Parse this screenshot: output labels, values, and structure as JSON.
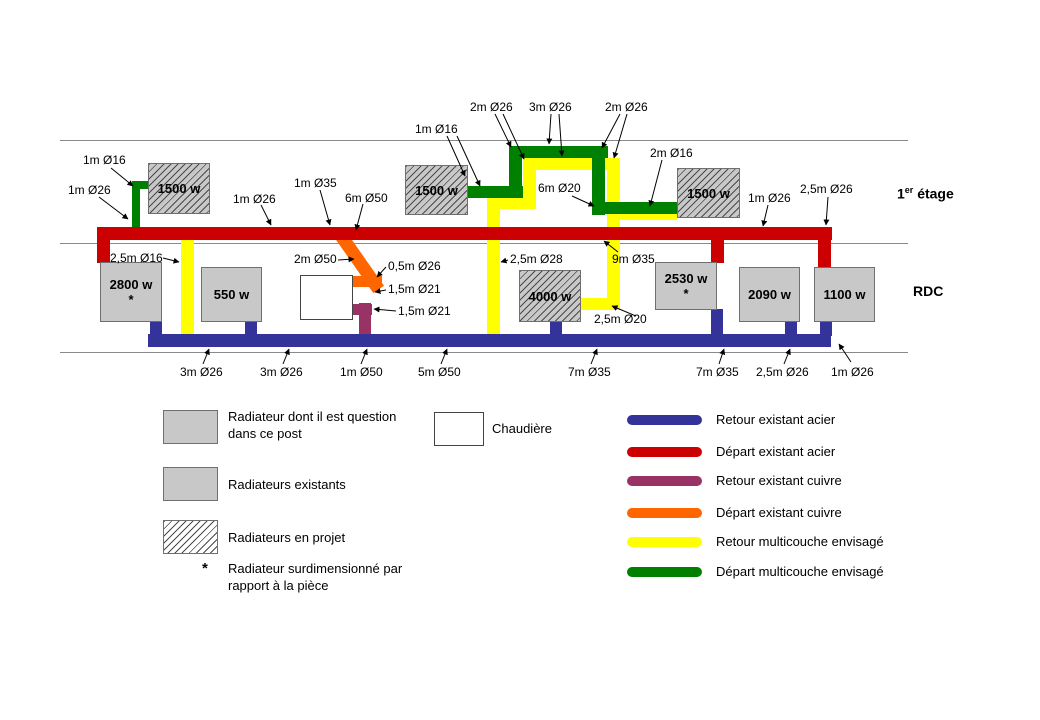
{
  "colors": {
    "retour_existant_acier": "#333399",
    "depart_existant_acier": "#CC0000",
    "retour_existant_cuivre": "#993366",
    "depart_existant_cuivre": "#FF6600",
    "retour_multicouche": "#FFFF00",
    "depart_multicouche": "#008000"
  },
  "floors": {
    "first_prefix": "1",
    "first_sup": "er",
    "first_rest": " étage",
    "ground": "RDC"
  },
  "radiators": [
    {
      "label": "1500 w",
      "star": ""
    },
    {
      "label": "1500 w",
      "star": ""
    },
    {
      "label": "1500 w",
      "star": ""
    },
    {
      "label": "2800 w",
      "star": "*"
    },
    {
      "label": "550 w",
      "star": ""
    },
    {
      "label": "4000 w",
      "star": ""
    },
    {
      "label": "2530 w",
      "star": "*"
    },
    {
      "label": "2090 w",
      "star": ""
    },
    {
      "label": "1100 w",
      "star": ""
    }
  ],
  "annotations": [
    {
      "text": "1m Ø16"
    },
    {
      "text": "1m Ø26"
    },
    {
      "text": "1m Ø26"
    },
    {
      "text": "1m Ø35"
    },
    {
      "text": "6m Ø50"
    },
    {
      "text": "1m Ø16"
    },
    {
      "text": "2m Ø26"
    },
    {
      "text": "3m Ø26"
    },
    {
      "text": "2m Ø26"
    },
    {
      "text": "2m Ø16"
    },
    {
      "text": "6m Ø20"
    },
    {
      "text": "1m Ø26"
    },
    {
      "text": "2,5m Ø26"
    },
    {
      "text": "2,5m Ø16"
    },
    {
      "text": "2m Ø50"
    },
    {
      "text": "0,5m Ø26"
    },
    {
      "text": "1,5m Ø21"
    },
    {
      "text": "1,5m Ø21"
    },
    {
      "text": "2,5m Ø28"
    },
    {
      "text": "9m Ø35"
    },
    {
      "text": "2,5m Ø20"
    },
    {
      "text": "3m Ø26"
    },
    {
      "text": "3m Ø26"
    },
    {
      "text": "1m Ø50"
    },
    {
      "text": "5m Ø50"
    },
    {
      "text": "7m Ø35"
    },
    {
      "text": "7m Ø35"
    },
    {
      "text": "2,5m Ø26"
    },
    {
      "text": "1m Ø26"
    }
  ],
  "legend": {
    "items": [
      {
        "label": "Radiateur dont il est question dans ce post"
      },
      {
        "label": "Radiateurs existants"
      },
      {
        "label": "Radiateurs en projet"
      }
    ],
    "star_symbol": "*",
    "star_note": "Radiateur surdimensionné par rapport à la pièce",
    "chaudiere": "Chaudière",
    "pipes": [
      {
        "label": "Retour existant acier",
        "color": "#333399"
      },
      {
        "label": "Départ existant acier",
        "color": "#CC0000"
      },
      {
        "label": "Retour existant cuivre",
        "color": "#993366"
      },
      {
        "label": "Départ existant cuivre",
        "color": "#FF6600"
      },
      {
        "label": "Retour multicouche envisagé",
        "color": "#FFFF00"
      },
      {
        "label": "Départ multicouche envisagé",
        "color": "#008000"
      }
    ]
  }
}
